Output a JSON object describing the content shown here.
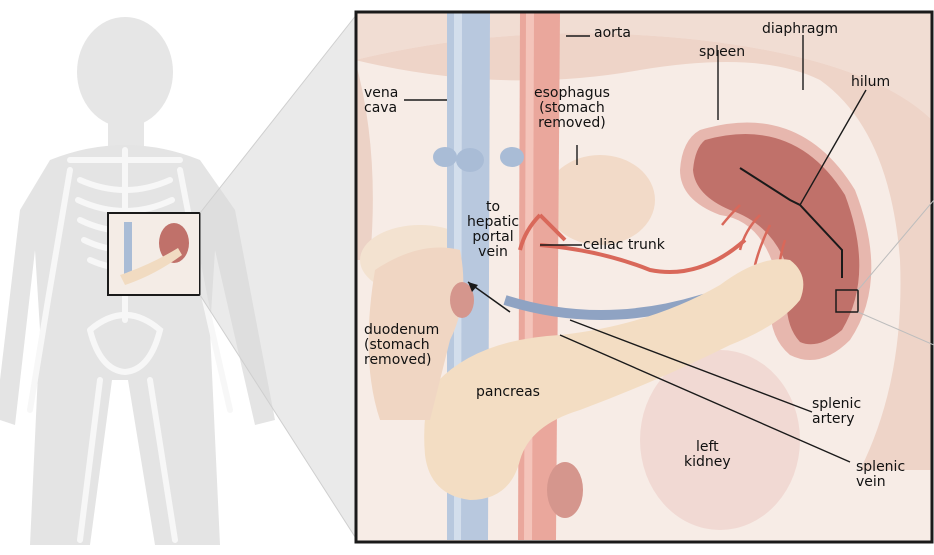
{
  "labels": {
    "aorta": "aorta",
    "diaphragm": "diaphragm",
    "spleen": "spleen",
    "hilum": "hilum",
    "vena_cava": "vena\ncava",
    "esophagus": "esophagus\n(stomach\nremoved)",
    "to_hepatic_portal_vein": "to\nhepatic\nportal\nvein",
    "celiac_trunk": "celiac trunk",
    "duodenum": "duodenum\n(stomach\nremoved)",
    "pancreas": "pancreas",
    "splenic_artery": "splenic\nartery",
    "left_kidney": "left\nkidney",
    "splenic_vein": "splenic\nvein"
  },
  "colors": {
    "frame": "#1a1a1a",
    "body_silhouette": "#e4e4e4",
    "skeleton": "#f6f6f6",
    "diaphragm": "#f2d7cb",
    "spleen": "#c0716a",
    "spleen_rim": "#e9bcb4",
    "pancreas": "#f3ddc3",
    "vena_cava": "#b8c8de",
    "aorta": "#eaa79c",
    "kidney": "#f1d9d3",
    "artery": "#d9685a"
  }
}
